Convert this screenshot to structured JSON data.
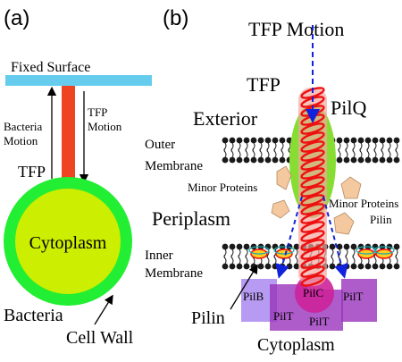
{
  "panel_a": {
    "tag": "(a)",
    "fixed_surface": "Fixed Surface",
    "bacteria_motion": [
      "Bacteria",
      "Motion"
    ],
    "tfp_motion": [
      "TFP",
      "Motion"
    ],
    "tfp": "TFP",
    "cytoplasm": "Cytoplasm",
    "bacteria": "Bacteria",
    "cell_wall": "Cell Wall"
  },
  "panel_b": {
    "tag": "(b)",
    "tfp_motion": "TFP Motion",
    "tfp": "TFP",
    "exterior": "Exterior",
    "pilq": "PilQ",
    "outer_membrane": [
      "Outer",
      "Membrane"
    ],
    "minor_proteins_left": "Minor Proteins",
    "minor_proteins_right": "Minor Proteins",
    "pilin_right": "Pilin",
    "periplasm": "Periplasm",
    "inner_membrane": [
      "Inner",
      "Membrane"
    ],
    "pilb": "PilB",
    "pilc": "PilC",
    "pilt_a": "PilT",
    "pilt_b": "PilT",
    "pilt_c": "PilT",
    "pilin_left": "Pilin",
    "cytoplasm": "Cytoplasm"
  },
  "colors": {
    "fixed_surface": "#66ccee",
    "pilus_rod": "#ee4422",
    "cell_wall": "#22ee33",
    "cytoplasm": "#ccee00",
    "pilq": "#88dd33",
    "helix": "#ee1111",
    "helix_glow": "#f4a6a0",
    "membrane": "#1a1a1a",
    "motion_arrow": "#1122dd",
    "minor_protein": "#f5c9a0",
    "pilb": "#aa88ee",
    "pilt": "#9933bb",
    "pilc": "#cc2299"
  }
}
